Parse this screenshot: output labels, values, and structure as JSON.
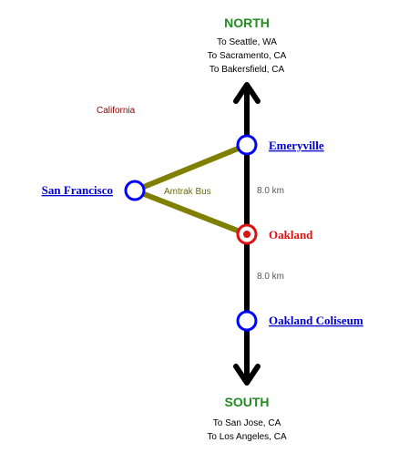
{
  "north": {
    "title": "NORTH",
    "destinations": [
      "To Seattle, WA",
      "To Sacramento, CA",
      "To Bakersfield, CA"
    ]
  },
  "south": {
    "title": "SOUTH",
    "destinations": [
      "To San Jose, CA",
      "To Los Angeles, CA"
    ]
  },
  "region_label": "California",
  "bus_label": "Amtrak Bus",
  "distances": [
    "8.0 km",
    "8.0 km"
  ],
  "stations": {
    "emeryville": "Emeryville",
    "san_francisco": "San Francisco",
    "oakland": "Oakland",
    "oakland_coliseum": "Oakland Coliseum"
  },
  "colors": {
    "rail_line": "#000000",
    "bus_line": "#7f7f00",
    "station_ring": "#0000ff",
    "current_station": "#dd1111",
    "direction_title": "#228b22",
    "link": "#0000cc"
  }
}
